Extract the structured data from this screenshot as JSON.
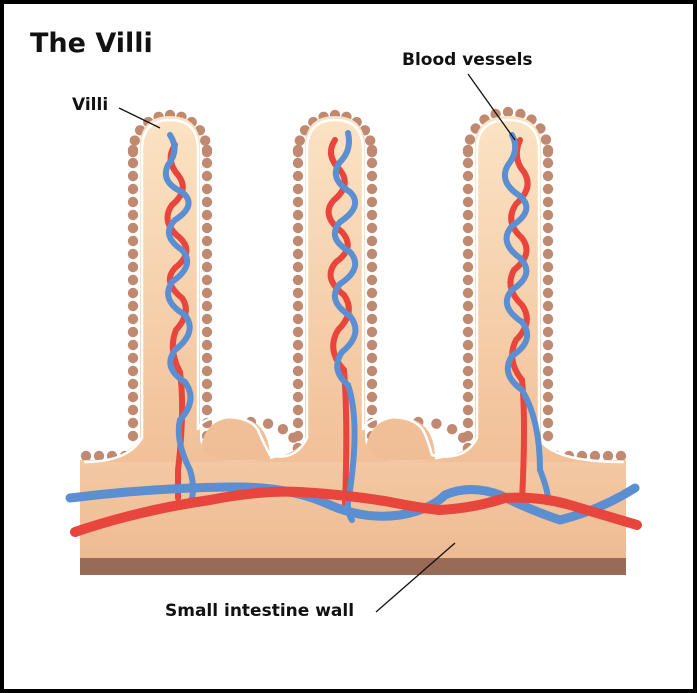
{
  "diagram": {
    "title": "The Villi",
    "labels": {
      "villi": "Villi",
      "blood_vessels": "Blood vessels",
      "wall": "Small intestine wall"
    },
    "colors": {
      "frame": "#000000",
      "tissue": "#f2c7a0",
      "tissue_inner": "#f8dbbd",
      "outline": "#ffffff",
      "bumps": "#c08a72",
      "base_strip": "#9a6a58",
      "artery": "#e8453c",
      "vein": "#5b8fd1"
    }
  }
}
